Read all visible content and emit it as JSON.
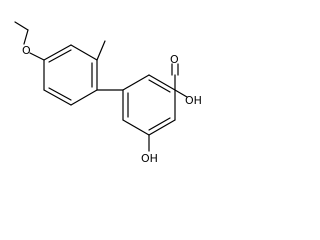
{
  "molecule": {
    "labels": {
      "ether_oxygen": "O",
      "carboxyl_oxygen": "O",
      "carboxyl_hydroxyl": "OH",
      "ring_hydroxyl": "OH"
    }
  }
}
